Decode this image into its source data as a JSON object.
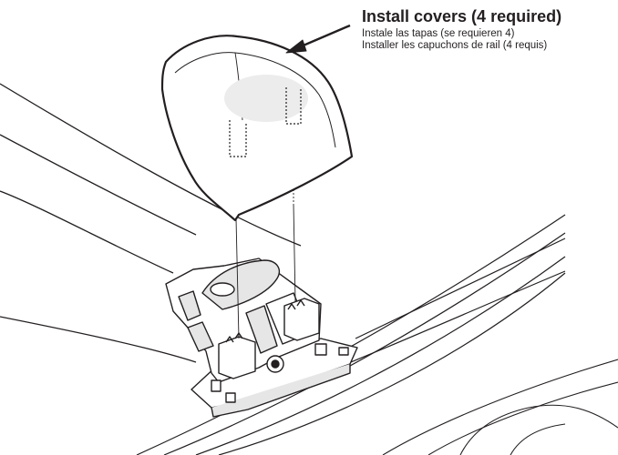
{
  "callout": {
    "title": "Install covers (4 required)",
    "spanish": "Instale las tapas (se requieren 4)",
    "french": "Installer les capuchons de rail (4 requis)"
  },
  "colors": {
    "line": "#231f20",
    "background": "#ffffff",
    "shade": "#e6e6e6"
  },
  "icons": {
    "arrow": "callout-arrow",
    "cover": "rail-cover",
    "foot": "roof-rack-foot"
  }
}
